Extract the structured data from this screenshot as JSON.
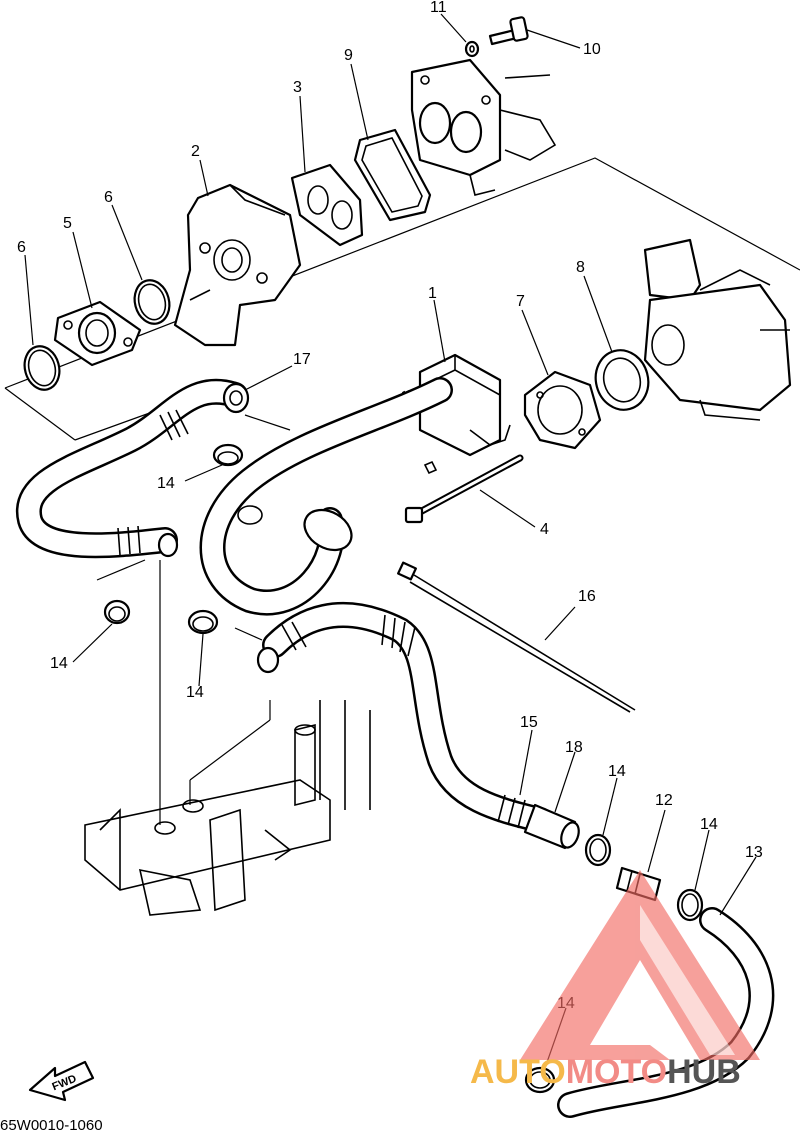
{
  "callouts": [
    {
      "id": "c1",
      "text": "1"
    },
    {
      "id": "c2",
      "text": "2"
    },
    {
      "id": "c3",
      "text": "3"
    },
    {
      "id": "c4",
      "text": "4"
    },
    {
      "id": "c5",
      "text": "5"
    },
    {
      "id": "c6a",
      "text": "6"
    },
    {
      "id": "c6b",
      "text": "6"
    },
    {
      "id": "c7",
      "text": "7"
    },
    {
      "id": "c8",
      "text": "8"
    },
    {
      "id": "c9",
      "text": "9"
    },
    {
      "id": "c10",
      "text": "10"
    },
    {
      "id": "c11",
      "text": "11"
    },
    {
      "id": "c12",
      "text": "12"
    },
    {
      "id": "c13",
      "text": "13"
    },
    {
      "id": "c14a",
      "text": "14"
    },
    {
      "id": "c14b",
      "text": "14"
    },
    {
      "id": "c14c",
      "text": "14"
    },
    {
      "id": "c14d",
      "text": "14"
    },
    {
      "id": "c14e",
      "text": "14"
    },
    {
      "id": "c14f",
      "text": "14"
    },
    {
      "id": "c15",
      "text": "15"
    },
    {
      "id": "c16",
      "text": "16"
    },
    {
      "id": "c17",
      "text": "17"
    },
    {
      "id": "c18",
      "text": "18"
    }
  ],
  "fwd_label": "FWD",
  "diagram_code": "65W0010-1060",
  "watermark": {
    "text_a": "AUTO",
    "text_b": "MOTO",
    "text_c": "HUB",
    "color_a": "#f5b94a",
    "color_b": "#f28b86",
    "color_c": "#555555",
    "logo_color": "#f26b63"
  }
}
